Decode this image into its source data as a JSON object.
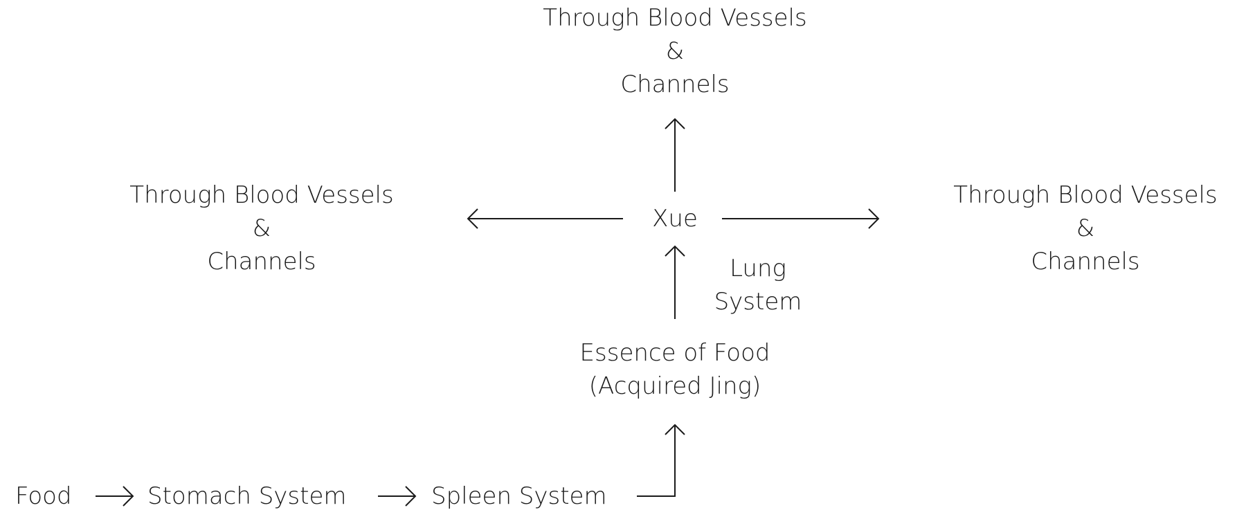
{
  "top_node": {
    "line1": "Through Blood Vessels",
    "line2": "&",
    "line3": "Channels"
  },
  "left_node": {
    "line1": "Through Blood Vessels",
    "line2": "&",
    "line3": "Channels"
  },
  "right_node": {
    "line1": "Through Blood Vessels",
    "line2": "&",
    "line3": "Channels"
  },
  "center_node": "Xue",
  "lung_label": {
    "line1": "Lung",
    "line2": "System"
  },
  "essence_node": {
    "line1": "Essence of Food",
    "line2": "(Acquired Jing)"
  },
  "flow": {
    "food": "Food",
    "stomach": "Stomach System",
    "spleen": "Spleen System"
  }
}
